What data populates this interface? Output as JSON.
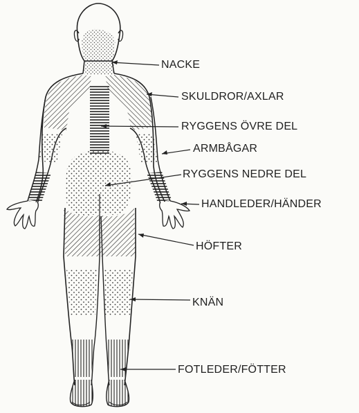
{
  "labels": {
    "neck": "NACKE",
    "shoulders": "SKULDROR/AXLAR",
    "upper_back": "RYGGENS ÖVRE DEL",
    "elbows": "ARMBÅGAR",
    "lower_back": "RYGGENS NEDRE DEL",
    "wrists_hands": "HANDLEDER/HÄNDER",
    "hips": "HÖFTER",
    "knees": "KNÄN",
    "ankles_feet": "FOTLEDER/FÖTTER"
  },
  "colors": {
    "ink": "#1f1f1f",
    "paper": "#fbfbf8"
  }
}
